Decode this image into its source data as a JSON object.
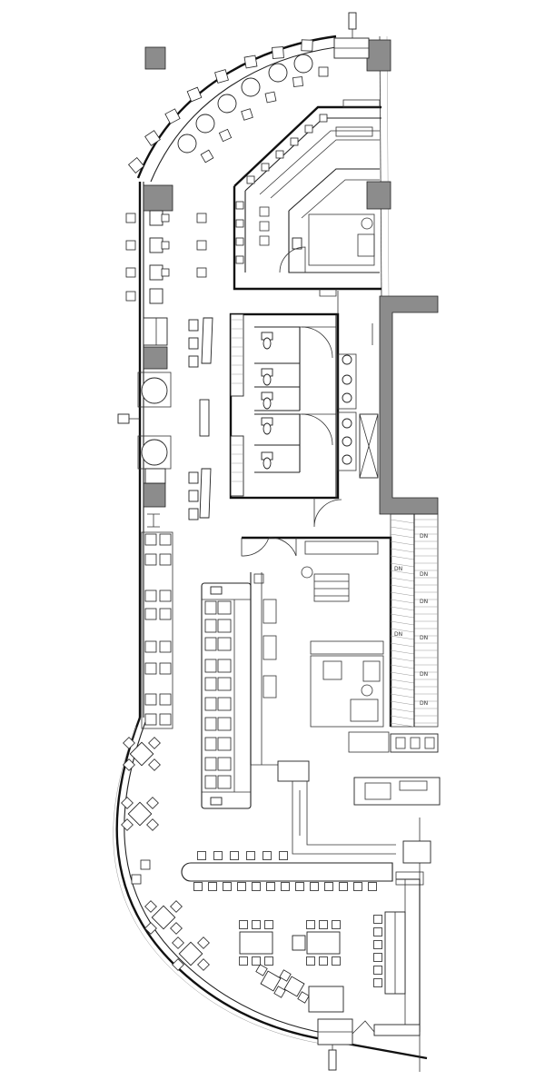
{
  "plan": {
    "stair_labels": [
      "DN",
      "DN",
      "DN",
      "DN",
      "DN",
      "DN",
      "DN",
      "DN"
    ],
    "colors": {
      "wall": "#111111",
      "column": "#8c8c8c",
      "fixture": "#222222",
      "background": "#ffffff"
    }
  }
}
